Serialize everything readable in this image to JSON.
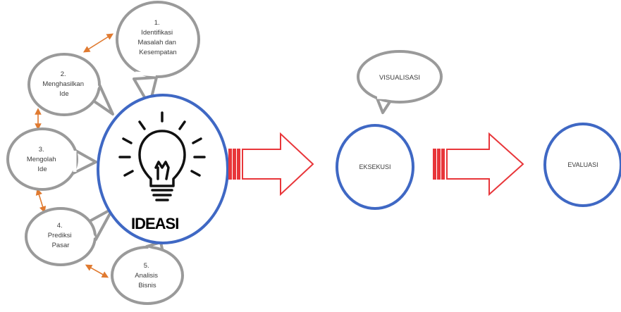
{
  "bubbles": [
    {
      "lines": [
        "1.",
        "Identifikasi",
        "Masalah dan",
        "Kesempatan"
      ]
    },
    {
      "lines": [
        "2.",
        "Menghasilkan",
        "Ide"
      ]
    },
    {
      "lines": [
        "3.",
        "Mengolah",
        "Ide"
      ]
    },
    {
      "lines": [
        "4.",
        "Prediksi",
        "Pasar"
      ]
    },
    {
      "lines": [
        "5.",
        "Analisis",
        "Bisnis"
      ]
    }
  ],
  "main": {
    "ideasi": "IDEASI",
    "lightbulb_icon": "lightbulb-icon"
  },
  "visualisasi": "VISUALISASI",
  "eksekusi": "EKSEKUSI",
  "evaluasi": "EVALUASI",
  "colors": {
    "circle_blue": "#3f68c4",
    "bubble_gray": "#9a9a9a",
    "arrow_red": "#e8363a",
    "connector_orange": "#e07a30"
  }
}
